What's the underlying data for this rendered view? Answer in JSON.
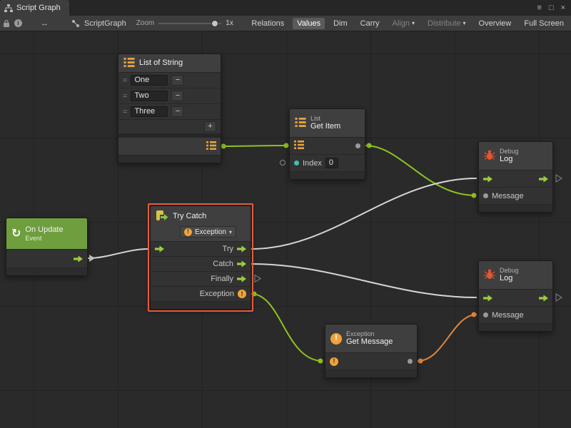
{
  "window": {
    "title": "Script Graph"
  },
  "icons": {
    "menu": "≡",
    "maximize": "□",
    "close": "×",
    "swap": "↔",
    "caret": "▾",
    "plus": "+",
    "minus": "−",
    "handle": "=",
    "warning": "!",
    "info": "i",
    "loop": "↻"
  },
  "toolbar": {
    "graph_name": "ScriptGraph",
    "zoom_label": "Zoom",
    "zoom_value": "1x",
    "buttons": [
      {
        "label": "Relations",
        "state": "normal"
      },
      {
        "label": "Values",
        "state": "active"
      },
      {
        "label": "Dim",
        "state": "normal"
      },
      {
        "label": "Carry",
        "state": "normal"
      },
      {
        "label": "Align",
        "state": "disabled",
        "dropdown": true
      },
      {
        "label": "Distribute",
        "state": "disabled",
        "dropdown": true
      },
      {
        "label": "Overview",
        "state": "normal"
      },
      {
        "label": "Full Screen",
        "state": "normal"
      }
    ]
  },
  "nodes": {
    "list_of_string": {
      "title": "List of String",
      "items": [
        "One",
        "Two",
        "Three"
      ]
    },
    "get_item": {
      "category": "List",
      "title": "Get Item",
      "index_label": "Index",
      "index_value": "0"
    },
    "log_top": {
      "category": "Debug",
      "title": "Log",
      "message_label": "Message"
    },
    "try_catch": {
      "title": "Try Catch",
      "exception_dropdown": "Exception",
      "ports": [
        "Try",
        "Catch",
        "Finally",
        "Exception"
      ]
    },
    "on_update": {
      "title": "On Update",
      "subtitle": "Event"
    },
    "log_bottom": {
      "category": "Debug",
      "title": "Log",
      "message_label": "Message"
    },
    "get_message": {
      "category": "Exception",
      "title": "Get Message"
    }
  },
  "colors": {
    "flow_green": "#9ccc3c",
    "wire_green": "#8fc31f",
    "wire_orange": "#e0873c",
    "wire_white": "#d6d6d6",
    "list_orange": "#e8a33d",
    "warning_orange": "#f0a33c",
    "bug_red": "#e8542f",
    "selection": "#e85a3a",
    "event_green": "#6f9e3e",
    "value_teal": "#3fbfb4"
  }
}
